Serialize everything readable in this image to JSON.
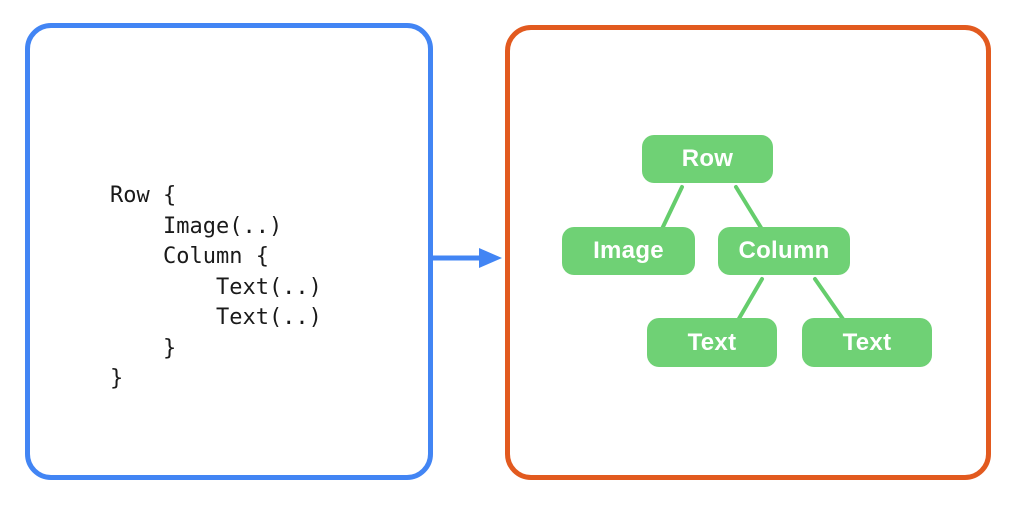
{
  "colors": {
    "code_panel_border": "#4285F4",
    "tree_panel_border": "#E25A1F",
    "node_fill": "#6FD175",
    "connector": "#65CD6C",
    "arrow": "#4285F4",
    "node_text": "#FFFFFF",
    "code_text": "#1A1A1A",
    "canvas_bg": "#FFFFFF"
  },
  "code_panel": {
    "lines": [
      "Row {",
      "    Image(..)",
      "    Column {",
      "        Text(..)",
      "        Text(..)",
      "    }",
      "}"
    ]
  },
  "tree_panel": {
    "nodes": [
      {
        "id": "row",
        "label": "Row"
      },
      {
        "id": "image",
        "label": "Image"
      },
      {
        "id": "column",
        "label": "Column"
      },
      {
        "id": "text-1",
        "label": "Text"
      },
      {
        "id": "text-2",
        "label": "Text"
      }
    ],
    "edges": [
      {
        "from": "row",
        "to": "image"
      },
      {
        "from": "row",
        "to": "column"
      },
      {
        "from": "column",
        "to": "text-1"
      },
      {
        "from": "column",
        "to": "text-2"
      }
    ]
  }
}
